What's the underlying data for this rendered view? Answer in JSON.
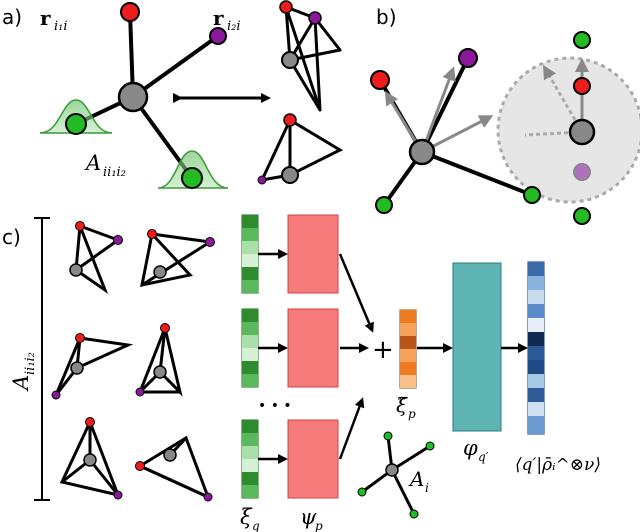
{
  "panels": {
    "a": {
      "label": "a)",
      "r_label_1": "r",
      "r_sub_1": "i₁i",
      "r_label_2": "r",
      "r_sub_2": "i₂i",
      "A_label": "A",
      "A_sub": "ii₁i₂"
    },
    "b": {
      "label": "b)"
    },
    "c": {
      "label": "c)",
      "bracket_label": "A",
      "bracket_sub": "ii₁i₂",
      "xi_q": "ξ",
      "xi_q_sub": "q",
      "psi_p": "ψ",
      "psi_p_sub": "p",
      "plus": "+",
      "xi_tilde": "ξ̃",
      "xi_tilde_sub": "p",
      "phi": "φ",
      "phi_sub": "q′",
      "A_i": "A",
      "A_i_sub": "i",
      "dots": "• • •",
      "output_label": "⟨q′|ρ̄ᵢ^⊗ν⟩"
    }
  },
  "colors": {
    "center": "#888888",
    "red": "#ee1c1c",
    "purple": "#8b1a9a",
    "green": "#22bb22",
    "gaussian": "#5cb85c",
    "block": "#f77a7a",
    "teal": "#5fb4b4",
    "orange": "#ee7a22"
  }
}
